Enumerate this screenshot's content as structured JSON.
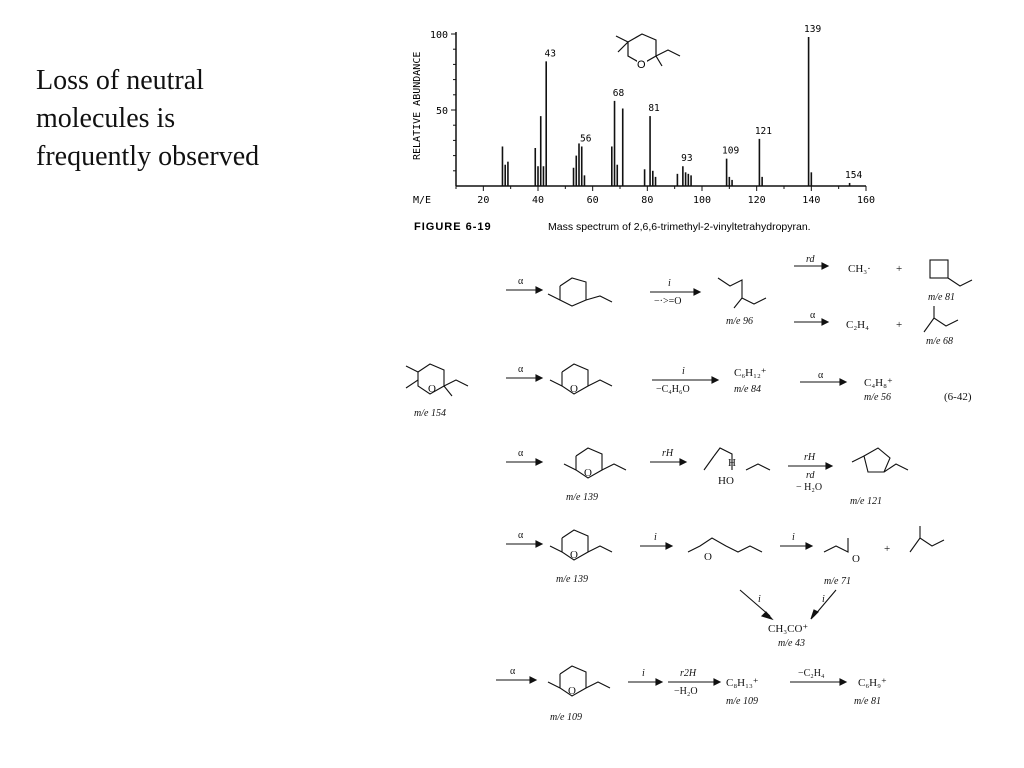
{
  "slide": {
    "lines": [
      "Loss of neutral",
      "molecules is",
      "frequently observed"
    ]
  },
  "figure": {
    "label": "FIGURE 6-19",
    "caption": "Mass spectrum of 2,6,6-trimethyl-2-vinyltetrahydropyran."
  },
  "chart_data": {
    "type": "bar",
    "xlabel": "M/E",
    "ylabel": "RELATIVE ABUNDANCE",
    "xlim": [
      10,
      160
    ],
    "ylim": [
      0,
      100
    ],
    "xticks": [
      "20",
      "40",
      "60",
      "80",
      "100",
      "120",
      "140",
      "160"
    ],
    "yticks": [
      "50",
      "100"
    ],
    "peaks": [
      {
        "x": 27,
        "y": 26
      },
      {
        "x": 28,
        "y": 14
      },
      {
        "x": 29,
        "y": 16
      },
      {
        "x": 39,
        "y": 25
      },
      {
        "x": 40,
        "y": 13
      },
      {
        "x": 41,
        "y": 46
      },
      {
        "x": 42,
        "y": 13
      },
      {
        "x": 43,
        "y": 82
      },
      {
        "x": 53,
        "y": 12
      },
      {
        "x": 54,
        "y": 20
      },
      {
        "x": 55,
        "y": 28
      },
      {
        "x": 56,
        "y": 26
      },
      {
        "x": 57,
        "y": 7
      },
      {
        "x": 67,
        "y": 26
      },
      {
        "x": 68,
        "y": 56
      },
      {
        "x": 69,
        "y": 14
      },
      {
        "x": 71,
        "y": 51
      },
      {
        "x": 79,
        "y": 11
      },
      {
        "x": 81,
        "y": 46
      },
      {
        "x": 82,
        "y": 10
      },
      {
        "x": 83,
        "y": 6
      },
      {
        "x": 91,
        "y": 8
      },
      {
        "x": 93,
        "y": 13
      },
      {
        "x": 94,
        "y": 9
      },
      {
        "x": 95,
        "y": 8
      },
      {
        "x": 96,
        "y": 7
      },
      {
        "x": 109,
        "y": 18
      },
      {
        "x": 110,
        "y": 6
      },
      {
        "x": 111,
        "y": 4
      },
      {
        "x": 121,
        "y": 31
      },
      {
        "x": 122,
        "y": 6
      },
      {
        "x": 139,
        "y": 98
      },
      {
        "x": 140,
        "y": 9
      },
      {
        "x": 154,
        "y": 2
      }
    ],
    "peak_labels": [
      {
        "x": 43,
        "y": 82,
        "text": "43"
      },
      {
        "x": 56,
        "y": 26,
        "text": "56"
      },
      {
        "x": 68,
        "y": 56,
        "text": "68"
      },
      {
        "x": 81,
        "y": 46,
        "text": "81"
      },
      {
        "x": 93,
        "y": 13,
        "text": "93"
      },
      {
        "x": 109,
        "y": 18,
        "text": "109"
      },
      {
        "x": 121,
        "y": 31,
        "text": "121"
      },
      {
        "x": 139,
        "y": 98,
        "text": "139"
      },
      {
        "x": 154,
        "y": 2,
        "text": "154"
      }
    ]
  },
  "scheme": {
    "equation_number": "(6-42)",
    "alpha": "α",
    "start": {
      "mz": "m/e 154"
    },
    "row1": {
      "step_i": "i",
      "loss": "−·>=O",
      "product_mz": "m/e 96",
      "rd": "rd",
      "ch3": "CH₃·",
      "plus": "+",
      "cyclobutene_mz": "m/e 81",
      "c2h4": "C₂H₄",
      "butadiene_mz": "m/e 68"
    },
    "row2": {
      "step_i": "i",
      "loss": "−C₄H₆O",
      "formula": "C₆H₁₂⁺",
      "mz": "m/e 84",
      "product": "C₄H₈⁺",
      "product_mz": "m/e  56"
    },
    "row3": {
      "mz": "m/e 139",
      "rH": "rH",
      "h": "H",
      "ho": "HO",
      "rd": "rd",
      "water": "− H₂O",
      "product_mz": "m/e 121"
    },
    "row4": {
      "mz": "m/e 139",
      "step_i": "i",
      "plus": "+",
      "mz71": "m/e 71",
      "acylium": "CH₃CO⁺",
      "acylium_mz": "m/e 43"
    },
    "row5": {
      "mz": "m/e 109",
      "step_i": "i",
      "r2H": "r2H",
      "water": "−H₂O",
      "formula": "C₈H₁₃⁺",
      "loss": "−C₂H₄",
      "product": "C₆H₉⁺",
      "product_mz": "m/e 81"
    }
  }
}
